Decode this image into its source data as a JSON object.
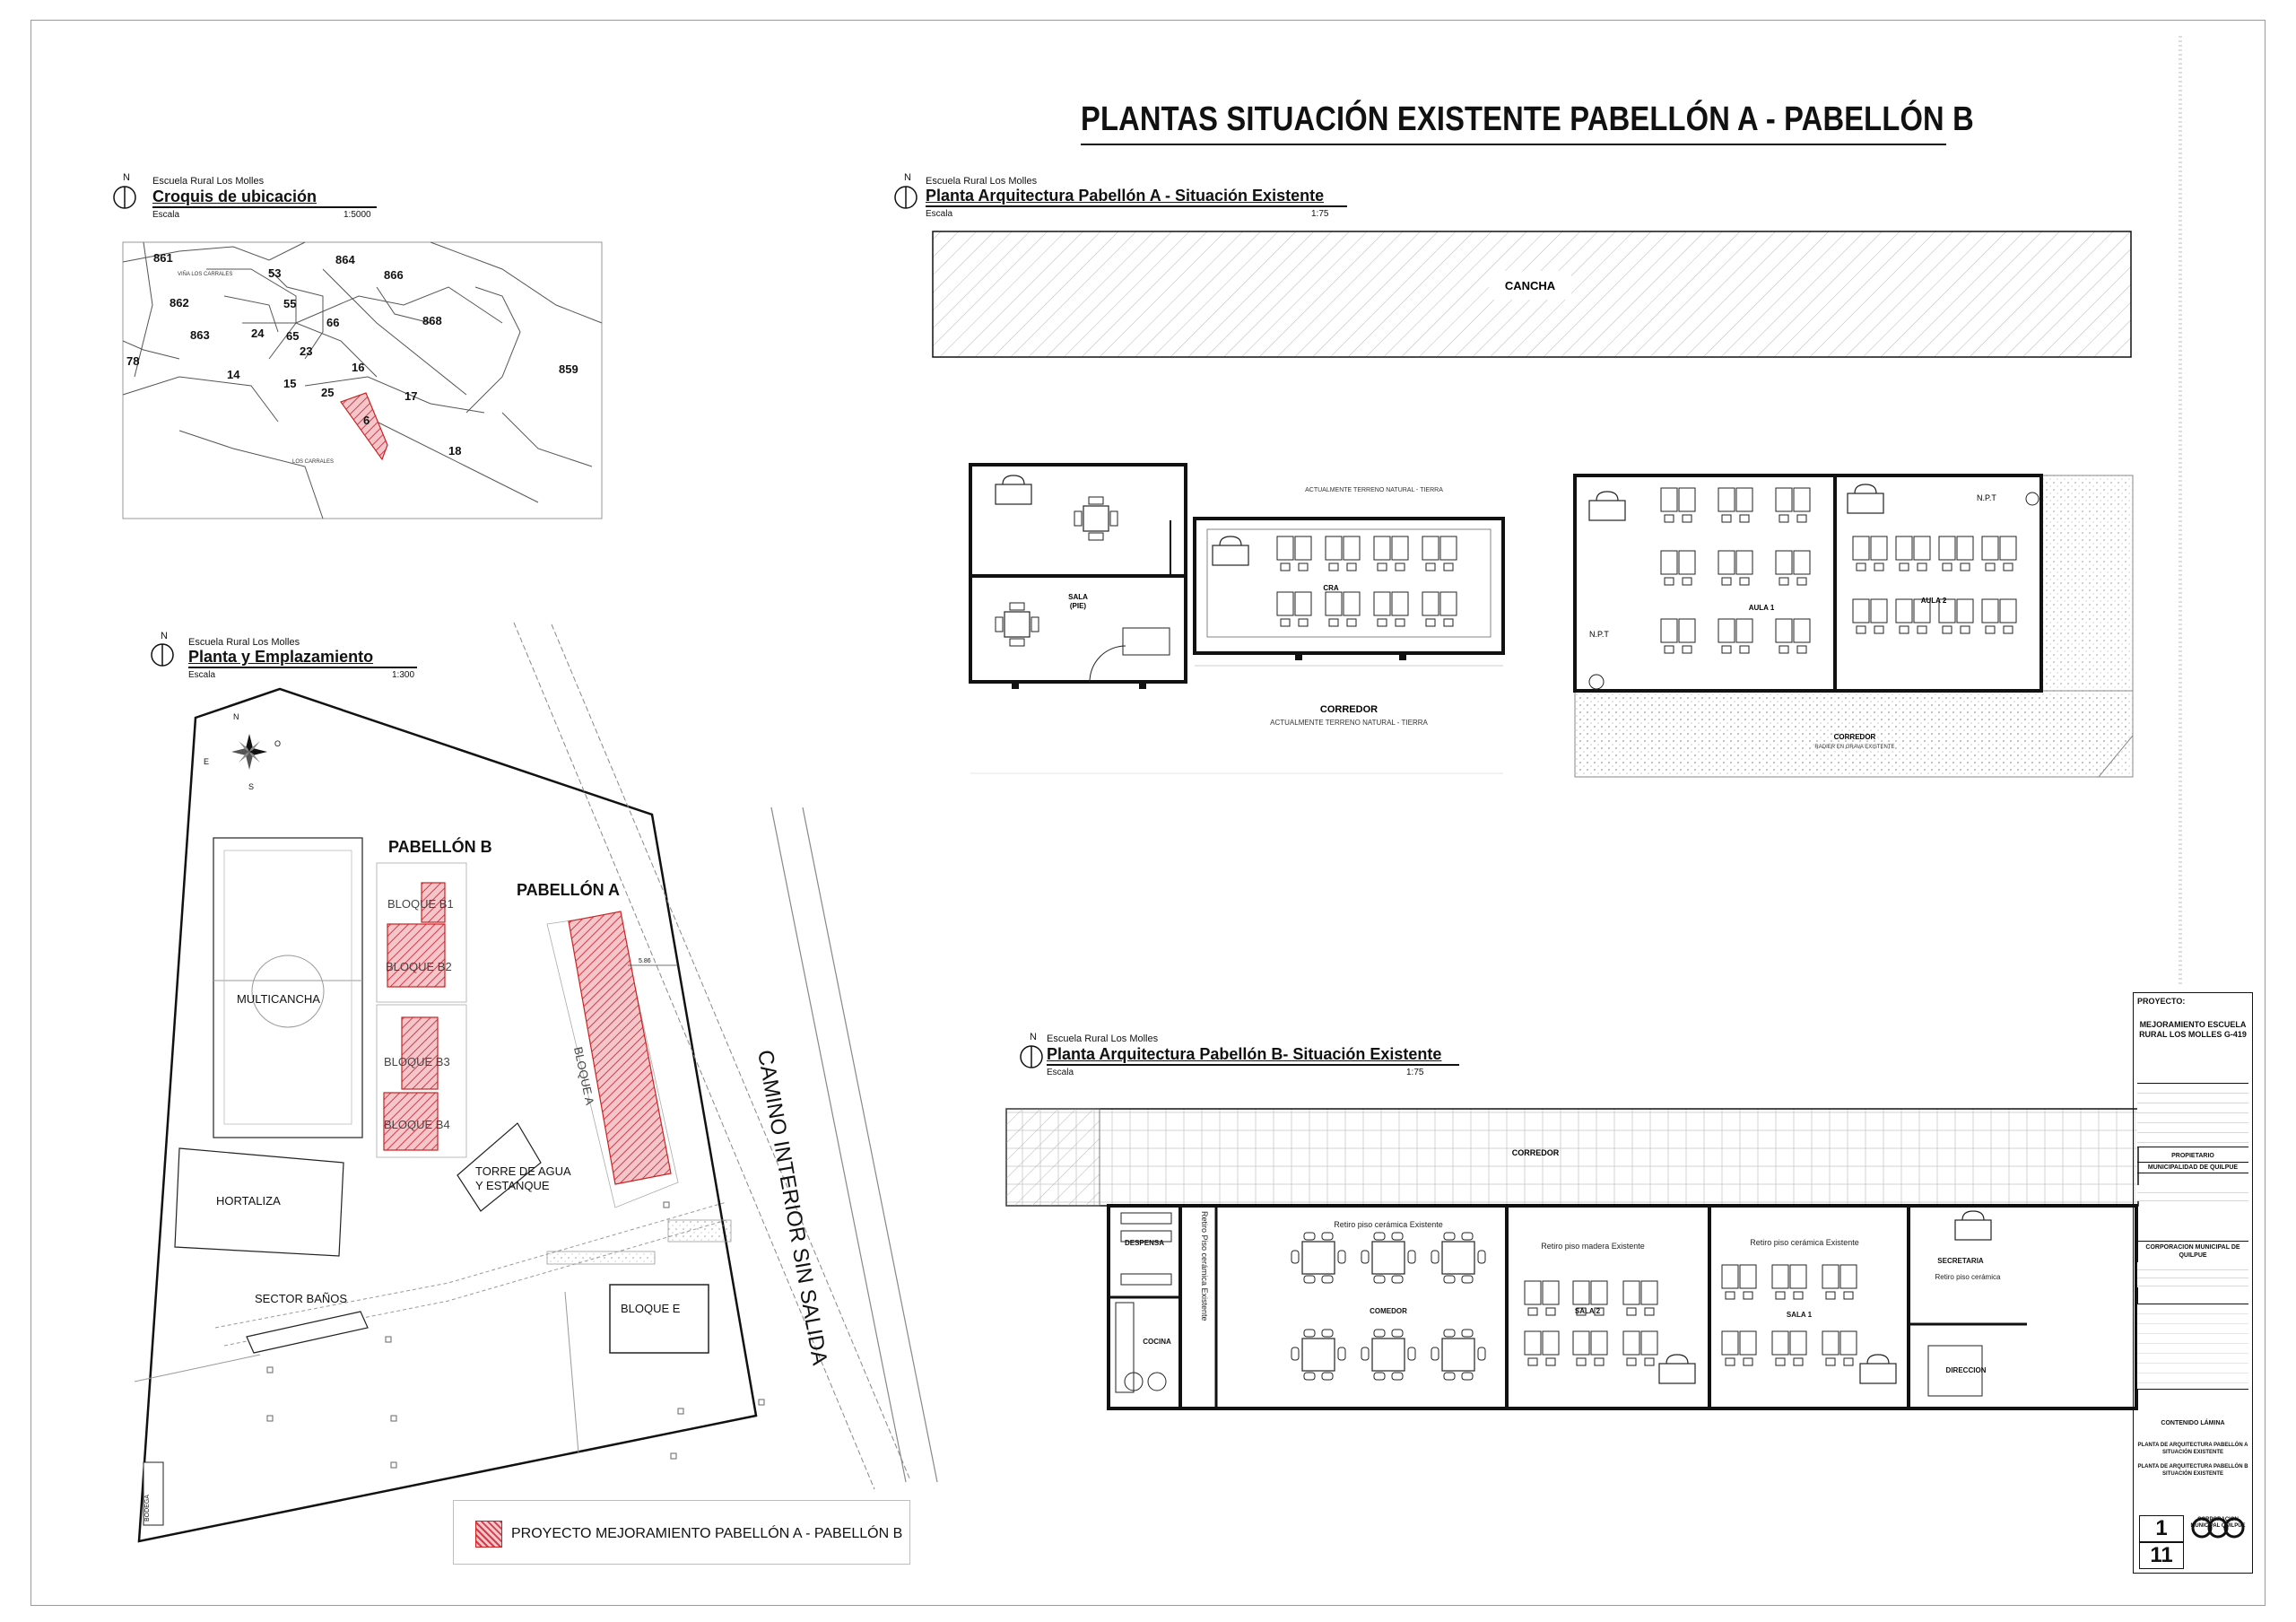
{
  "sheet": {
    "main_title": "PLANTAS SITUACIÓN EXISTENTE PABELLÓN A - PABELLÓN B"
  },
  "views": {
    "croquis": {
      "school": "Escuela Rural Los Molles",
      "title": "Croquis de ubicación",
      "escala_label": "Escala",
      "scale": "1:5000",
      "north": "N",
      "parcels": [
        "861",
        "53",
        "864",
        "866",
        "862",
        "55",
        "868",
        "66",
        "863",
        "24",
        "65",
        "23",
        "78",
        "16",
        "859",
        "14",
        "15",
        "25",
        "17",
        "6",
        "18"
      ],
      "streets": [
        "VIÑA LOS CARRALES",
        "LOS CARRALES"
      ]
    },
    "emplazamiento": {
      "school": "Escuela Rural Los Molles",
      "title": "Planta y Emplazamiento",
      "escala_label": "Escala",
      "scale": "1:300",
      "north": "N",
      "compass": {
        "n": "N",
        "s": "S",
        "e": "E",
        "o": "O"
      },
      "labels": {
        "pabellon_b": "PABELLÓN B",
        "pabellon_a": "PABELLÓN A",
        "multicancha": "MULTICANCHA",
        "hortaliza": "HORTALIZA",
        "sector_banos": "SECTOR BAÑOS",
        "bloque_e": "BLOQUE E",
        "torre_1": "TORRE DE AGUA",
        "torre_2": "Y ESTANQUE",
        "camino": "CAMINO INTERIOR SIN SALIDA",
        "bloque_b1": "BLOQUE B1",
        "bloque_b2": "BLOQUE B2",
        "bloque_b3": "BLOQUE B3",
        "bloque_b4": "BLOQUE B4",
        "bloque_a": "BLOQUE A",
        "bodega": "BODEGA",
        "dim": "5.86"
      },
      "legend": "PROYECTO MEJORAMIENTO PABELLÓN A - PABELLÓN B"
    },
    "pabellon_a": {
      "school": "Escuela Rural Los Molles",
      "title": "Planta Arquitectura Pabellón A - Situación Existente",
      "escala_label": "Escala",
      "scale": "1:75",
      "north": "N",
      "labels": {
        "cancha": "CANCHA",
        "sala": "SALA",
        "sala_sub": "(PIE)",
        "cra": "CRA",
        "terreno_1": "ACTUALMENTE TERRENO NATURAL - TIERRA",
        "corredor": "CORREDOR",
        "terreno_2": "ACTUALMENTE TERRENO NATURAL - TIERRA",
        "aula_1": "AULA 1",
        "aula_2": "AULA 2",
        "npt_1": "N.P.T",
        "npt_2": "N.P.T",
        "corredor_2": "CORREDOR",
        "radier": "RADIER EN GRAVA EXISTENTE"
      }
    },
    "pabellon_b": {
      "school": "Escuela Rural Los Molles",
      "title": "Planta Arquitectura Pabellón B- Situación Existente",
      "escala_label": "Escala",
      "scale": "1:75",
      "north": "N",
      "labels": {
        "corredor": "CORREDOR",
        "despensa": "DESPENSA",
        "cocina": "COCINA",
        "comedor": "COMEDOR",
        "sala_2": "SALA 2",
        "sala_1": "SALA 1",
        "secretaria": "SECRETARIA",
        "direccion": "DIRECCION",
        "retiro_ceramica_1": "Retiro piso cerámica Existente",
        "retiro_madera": "Retiro piso madera Existente",
        "retiro_ceramica_2": "Retiro piso cerámica Existente",
        "retiro_ceramica_vert": "Retiro Piso cerámica Existente",
        "retiro_ceramica_sec": "Retiro piso cerámica"
      }
    }
  },
  "title_block": {
    "proyecto_label": "PROYECTO:",
    "proyecto": "MEJORAMIENTO ESCUELA RURAL LOS MOLLES G-419",
    "propietario_label": "PROPIETARIO",
    "propietario": "MUNICIPALIDAD DE QUILPUE",
    "mandante": "CORPORACION MUNICIPAL DE QUILPUE",
    "contenido_label": "CONTENIDO LÁMINA",
    "contenido_1": "PLANTA DE ARQUITECTURA PABELLÓN A SITUACIÓN EXISTENTE",
    "contenido_2": "PLANTA DE ARQUITECTURA PABELLÓN B SITUACIÓN EXISTENTE",
    "lamina": "1",
    "total": "11",
    "logo_text": "CORPORACION MUNICIPAL QUILPUE"
  },
  "colors": {
    "project_hatch": "#e0525e",
    "line": "#111111",
    "light_line": "#9a9a9a"
  }
}
